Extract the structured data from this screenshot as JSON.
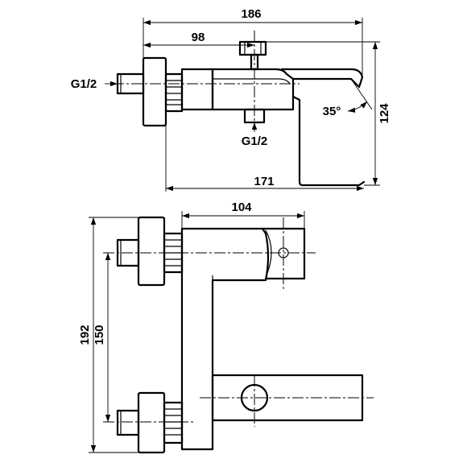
{
  "drawing": {
    "dimensions": {
      "overall_length": "186",
      "outlet_to_wall": "98",
      "thread_inlet": "G1/2",
      "thread_outlet": "G1/2",
      "spout_length": "171",
      "lever_angle": "35°",
      "overall_height": "124",
      "body_depth": "104",
      "inlet_span_outer": "192",
      "inlet_span_centers": "150"
    }
  }
}
